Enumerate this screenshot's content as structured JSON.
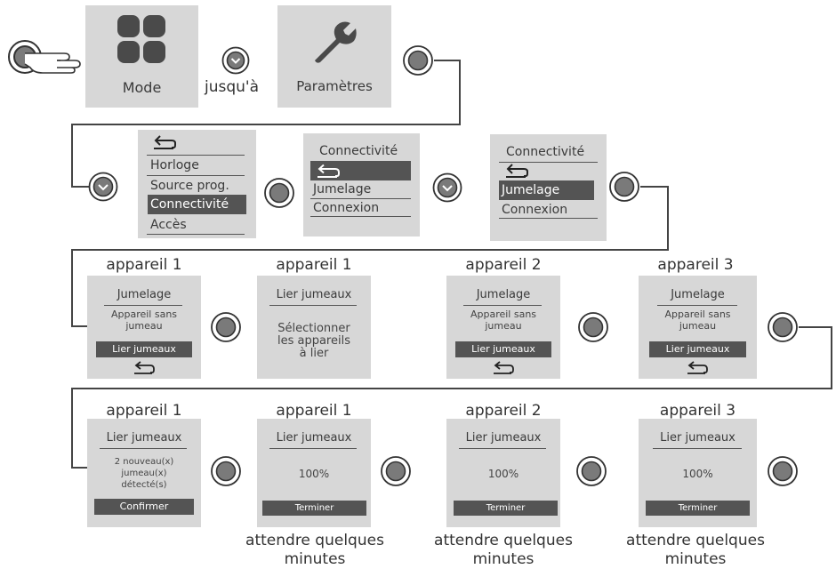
{
  "step1": {
    "mode_label": "Mode",
    "until_text": "jusqu'à",
    "params_label": "Paramètres"
  },
  "menu1": {
    "items": [
      "Horloge",
      "Source prog.",
      "Connectivité",
      "Accès"
    ]
  },
  "menu2": {
    "title": "Connectivité",
    "items": [
      "Jumelage",
      "Connexion"
    ]
  },
  "menu3": {
    "title": "Connectivité",
    "items": [
      "Jumelage",
      "Connexion"
    ]
  },
  "row3": [
    {
      "device": "appareil 1",
      "title": "Jumelage",
      "status_line1": "Appareil sans",
      "status_line2": "jumeau",
      "bar": "Lier jumeaux"
    },
    {
      "device": "appareil 1",
      "title": "Lier jumeaux",
      "line1": "Sélectionner",
      "line2": "les appareils",
      "line3": "à lier"
    },
    {
      "device": "appareil 2",
      "title": "Jumelage",
      "status_line1": "Appareil sans",
      "status_line2": "jumeau",
      "bar": "Lier jumeaux"
    },
    {
      "device": "appareil 3",
      "title": "Jumelage",
      "status_line1": "Appareil sans",
      "status_line2": "jumeau",
      "bar": "Lier jumeaux"
    }
  ],
  "row4": [
    {
      "device": "appareil 1",
      "title": "Lier jumeaux",
      "line1": "2 nouveau(x)",
      "line2": "jumeau(x)",
      "line3": "détecté(s)",
      "bar": "Confirmer"
    },
    {
      "device": "appareil 1",
      "title": "Lier jumeaux",
      "value": "100%",
      "bar": "Terminer",
      "below1": "attendre quelques",
      "below2": "minutes"
    },
    {
      "device": "appareil 2",
      "title": "Lier jumeaux",
      "value": "100%",
      "bar": "Terminer",
      "below1": "attendre quelques",
      "below2": "minutes"
    },
    {
      "device": "appareil 3",
      "title": "Lier jumeaux",
      "value": "100%",
      "bar": "Terminer",
      "below1": "attendre quelques",
      "below2": "minutes"
    }
  ],
  "colors": {
    "panel": "#d7d7d7",
    "bar": "#545454",
    "button_fill": "#7a7a7a"
  },
  "icons": [
    "button-icon",
    "hand-pointer-icon",
    "mode-grid-icon",
    "wrench-icon",
    "chevron-down-icon",
    "back-arrow-icon"
  ]
}
